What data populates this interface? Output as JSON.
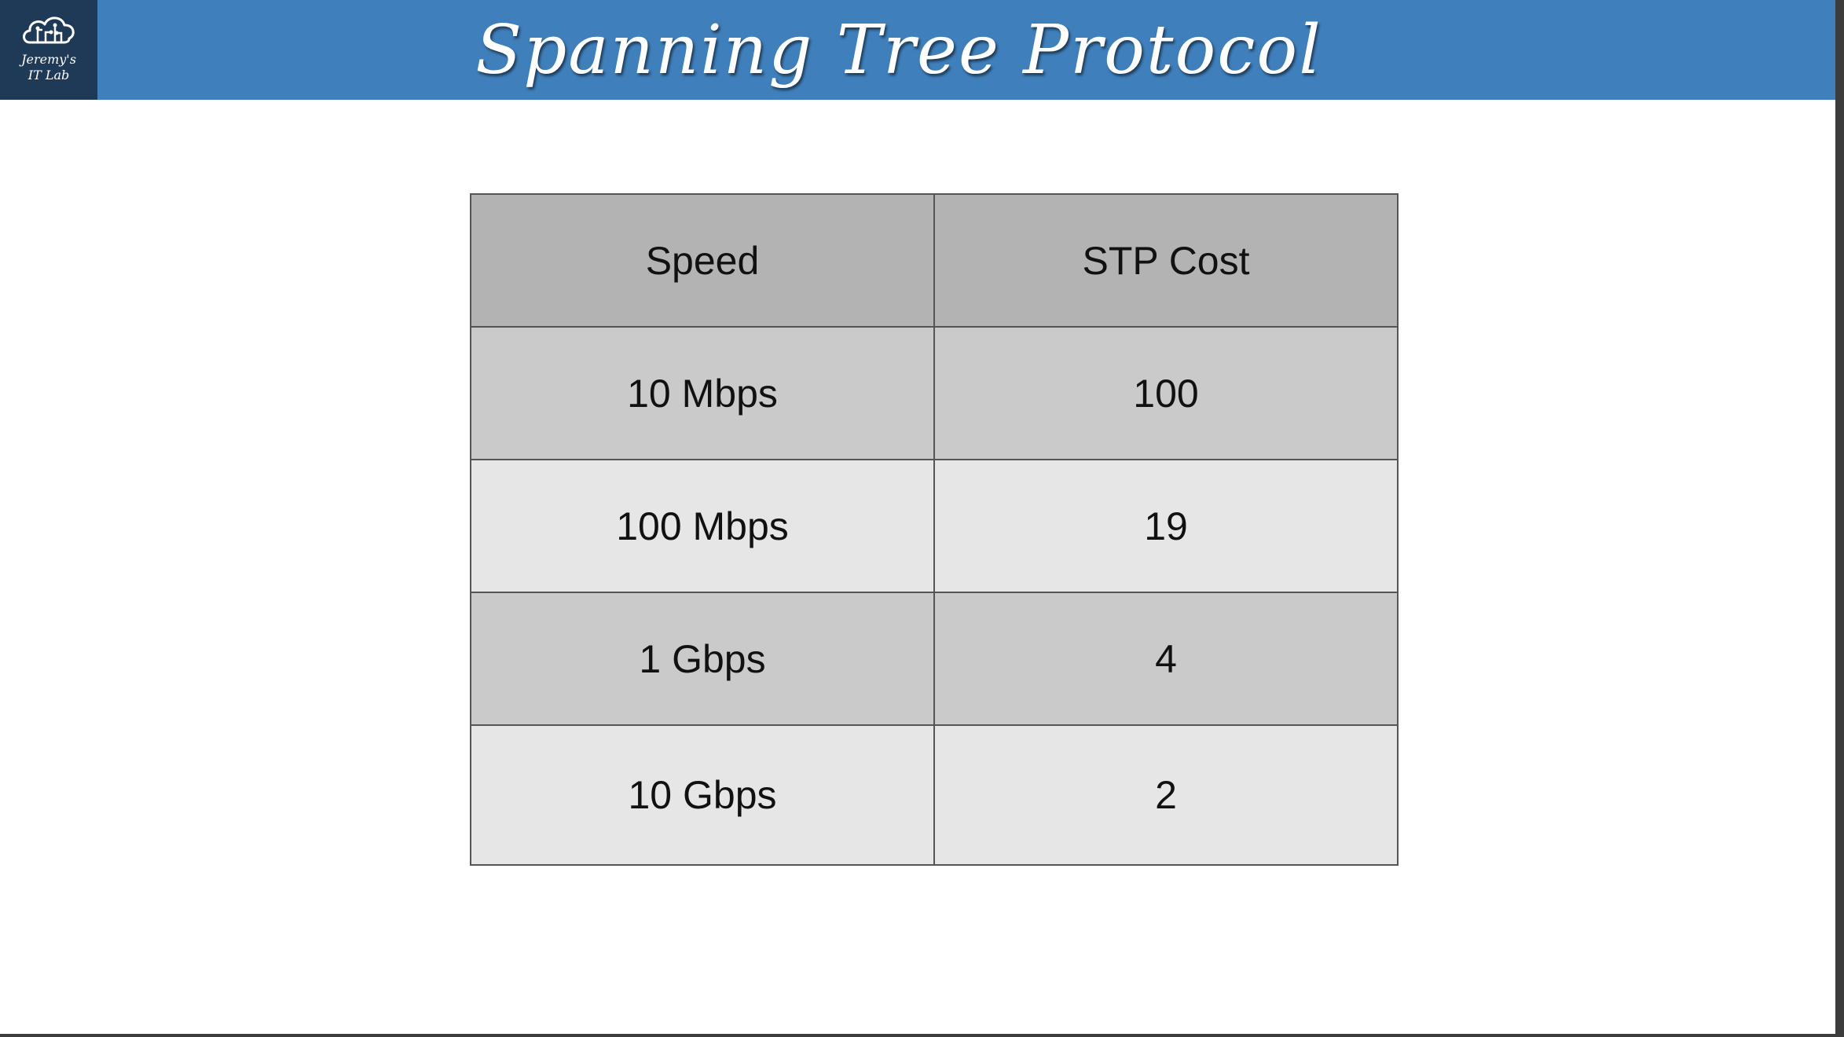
{
  "header": {
    "title": "Spanning Tree Protocol",
    "background_color": "#3f7fbb"
  },
  "logo": {
    "line1": "Jeremy's",
    "line2": "IT Lab",
    "icon": "cloud-circuit-icon"
  },
  "table": {
    "columns": [
      "Speed",
      "STP Cost"
    ],
    "rows": [
      {
        "speed": "10 Mbps",
        "cost": "100"
      },
      {
        "speed": "100 Mbps",
        "cost": "19"
      },
      {
        "speed": "1 Gbps",
        "cost": "4"
      },
      {
        "speed": "10 Gbps",
        "cost": "2"
      }
    ],
    "header_color": "#b3b3b3",
    "row_colors": [
      "#cacaca",
      "#e6e6e6"
    ]
  }
}
